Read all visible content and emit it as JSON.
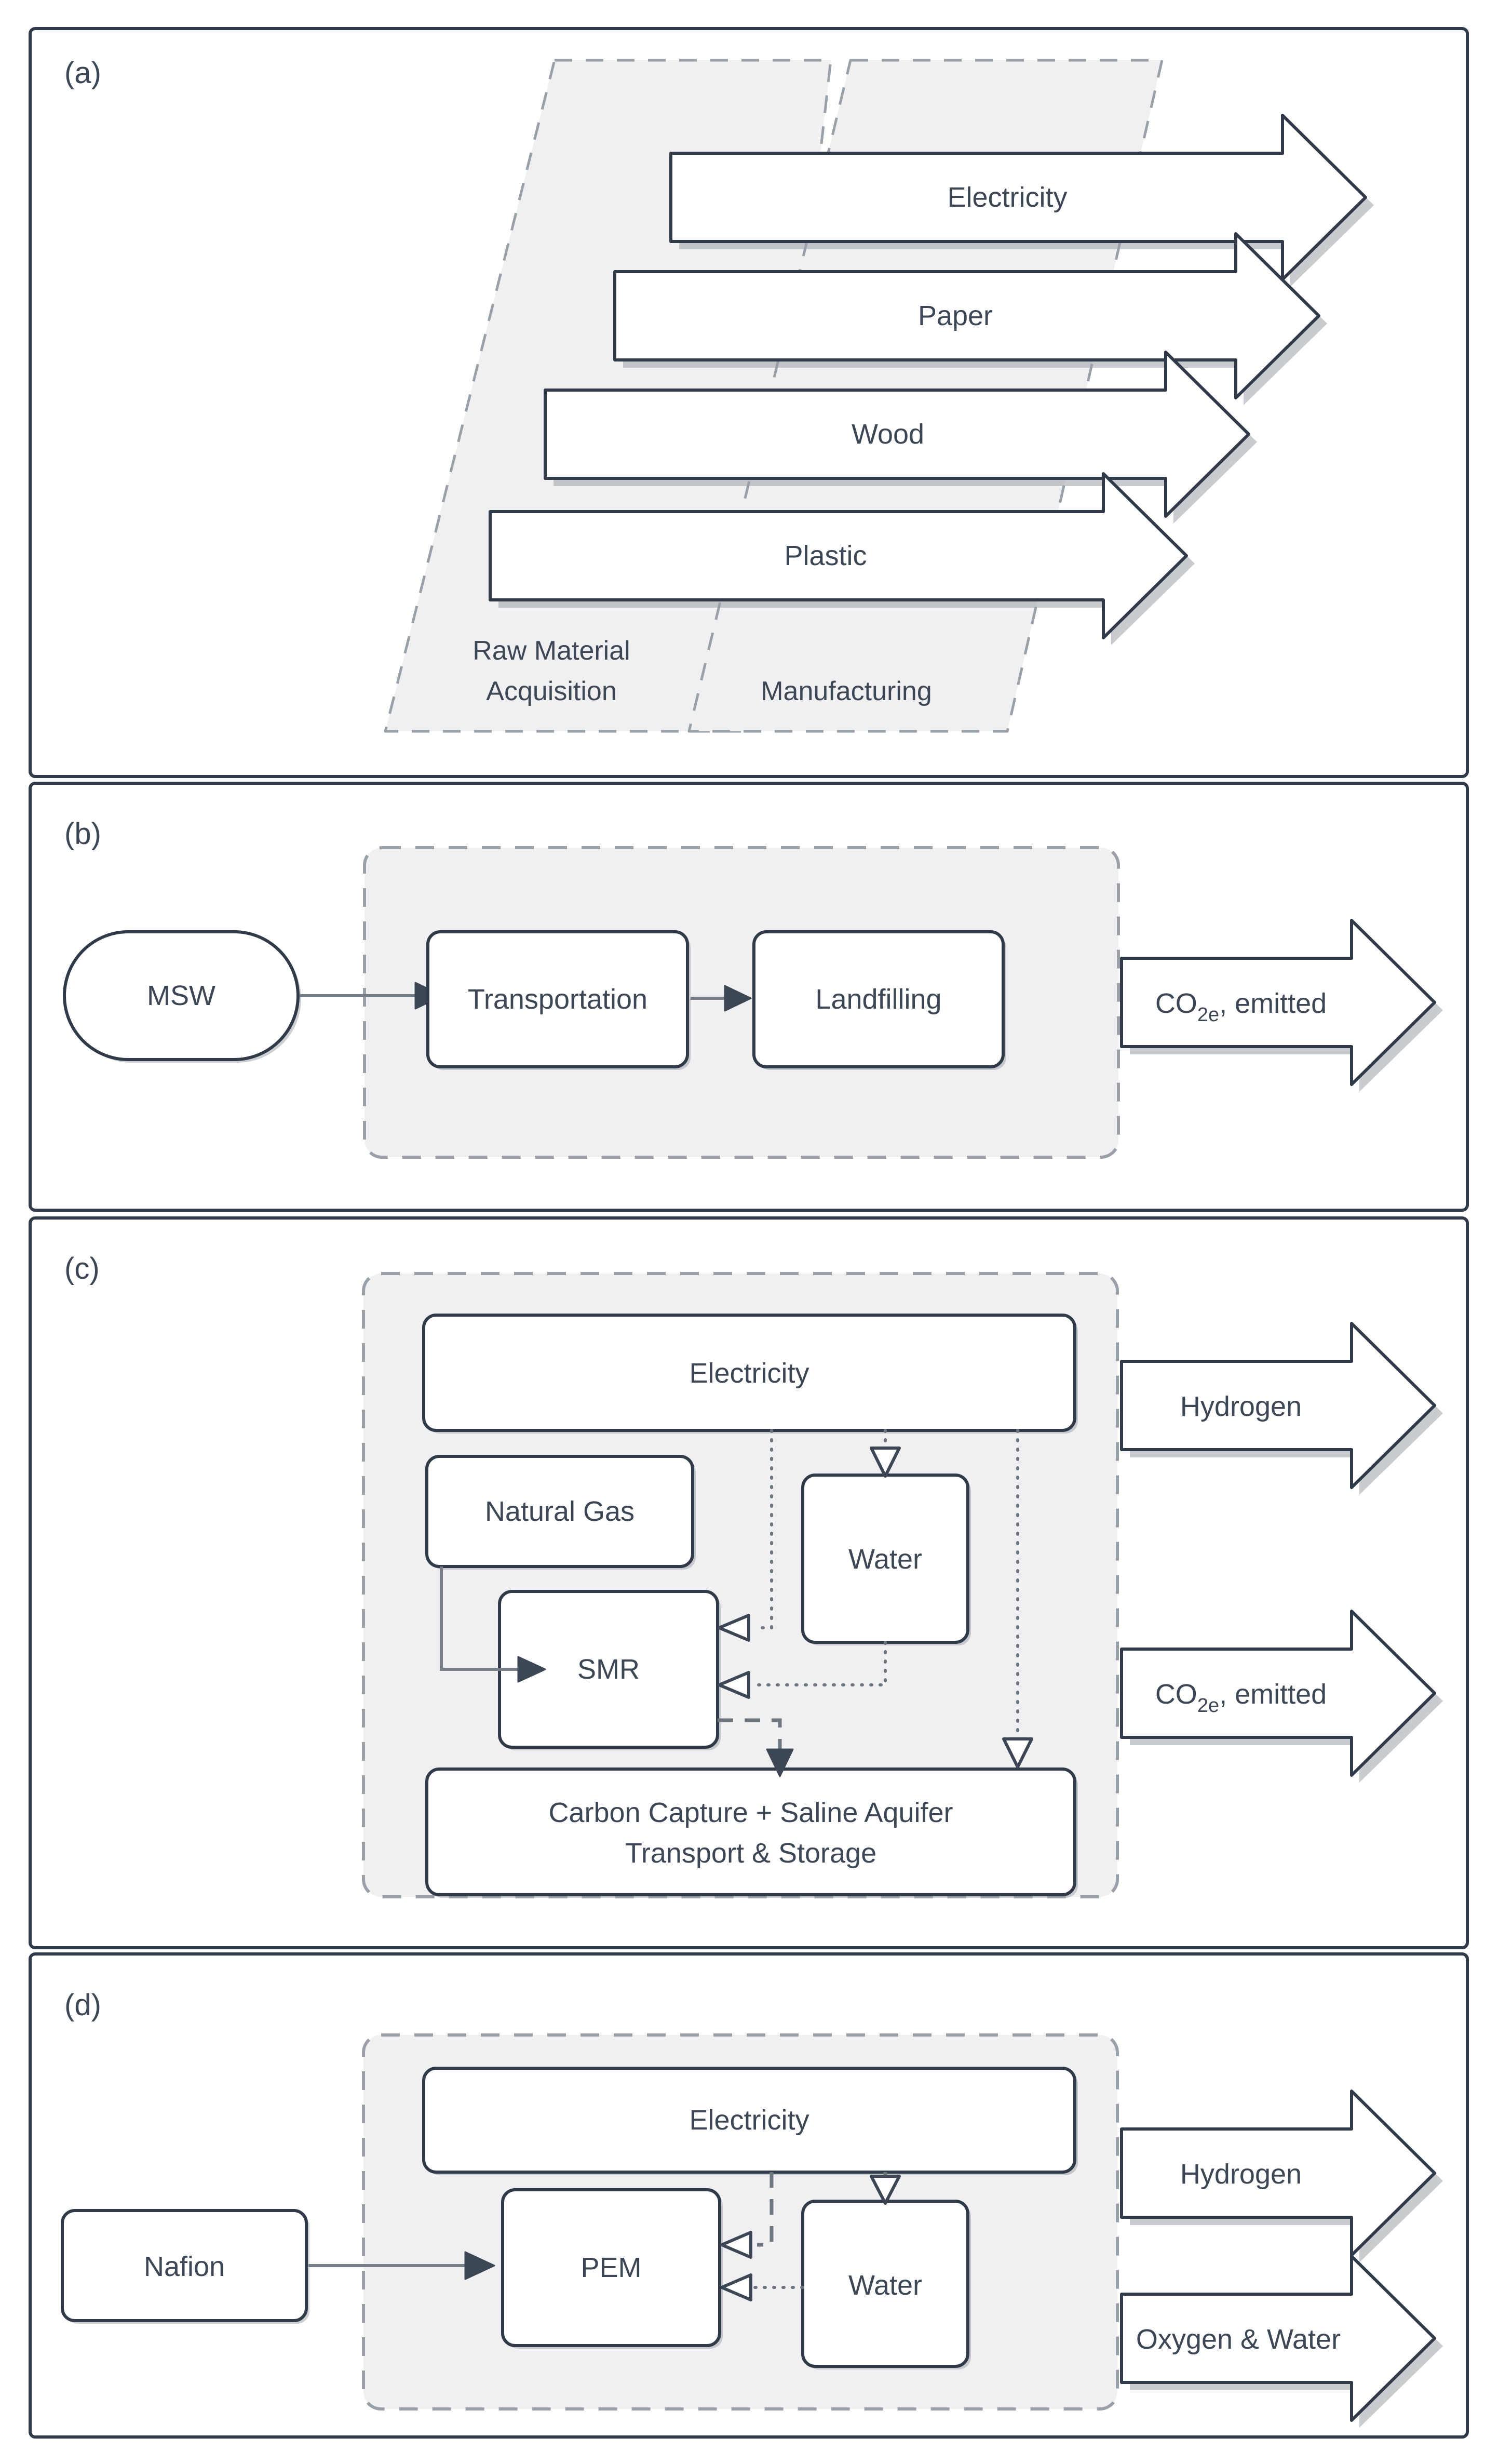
{
  "figure": {
    "panels": [
      {
        "id": "a",
        "label": "(a)",
        "kind": "lifecycle-stages",
        "stages": [
          {
            "name": "raw-material-acquisition",
            "label_line1": "Raw Material",
            "label_line2": "Acquisition"
          },
          {
            "name": "manufacturing",
            "label_line1": "Manufacturing",
            "label_line2": ""
          }
        ],
        "flows": [
          {
            "name": "electricity",
            "label": "Electricity"
          },
          {
            "name": "paper",
            "label": "Paper"
          },
          {
            "name": "wood",
            "label": "Wood"
          },
          {
            "name": "plastic",
            "label": "Plastic"
          }
        ]
      },
      {
        "id": "b",
        "label": "(b)",
        "kind": "landfill-pathway",
        "input": {
          "name": "msw",
          "label": "MSW"
        },
        "processes": [
          {
            "name": "transportation",
            "label": "Transportation"
          },
          {
            "name": "landfilling",
            "label": "Landfilling"
          }
        ],
        "outputs": [
          {
            "name": "co2e-emitted",
            "label_pre": "CO",
            "label_sub": "2e",
            "label_post": ", emitted"
          }
        ]
      },
      {
        "id": "c",
        "label": "(c)",
        "kind": "smr-ccs-pathway",
        "nodes": [
          {
            "name": "electricity",
            "label": "Electricity"
          },
          {
            "name": "natural-gas",
            "label": "Natural Gas"
          },
          {
            "name": "water",
            "label": "Water"
          },
          {
            "name": "smr",
            "label": "SMR"
          },
          {
            "name": "carbon-capture-storage",
            "label_line1": "Carbon Capture + Saline Aquifer",
            "label_line2": "Transport & Storage"
          }
        ],
        "outputs": [
          {
            "name": "hydrogen",
            "label": "Hydrogen"
          },
          {
            "name": "co2e-emitted",
            "label_pre": "CO",
            "label_sub": "2e",
            "label_post": ", emitted"
          }
        ]
      },
      {
        "id": "d",
        "label": "(d)",
        "kind": "pem-electrolysis-pathway",
        "input": {
          "name": "nafion",
          "label": "Nafion"
        },
        "nodes": [
          {
            "name": "electricity",
            "label": "Electricity"
          },
          {
            "name": "pem",
            "label": "PEM"
          },
          {
            "name": "water",
            "label": "Water"
          }
        ],
        "outputs": [
          {
            "name": "hydrogen",
            "label": "Hydrogen"
          },
          {
            "name": "oxygen-and-water",
            "label": "Oxygen & Water"
          }
        ]
      }
    ],
    "colors": {
      "frame_stroke": "#303a48",
      "node_stroke": "#303a48",
      "text": "#3c4654",
      "stage_fill": "#f0f0f2",
      "stage_stroke": "#9aa0a8",
      "flow_line": "#6d757f",
      "background": "#ffffff"
    }
  }
}
